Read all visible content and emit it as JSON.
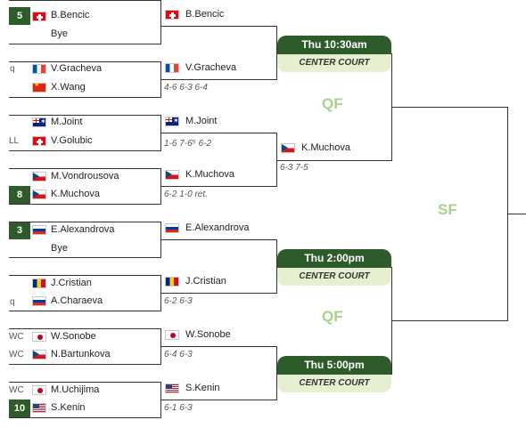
{
  "round1": [
    {
      "seed": "5",
      "tag": "",
      "name": "B.Bencic",
      "flag": "sui"
    },
    {
      "seed": "",
      "tag": "",
      "name": "Bye",
      "flag": ""
    },
    {
      "seed": "",
      "tag": "q",
      "name": "V.Gracheva",
      "flag": "fra"
    },
    {
      "seed": "",
      "tag": "",
      "name": "X.Wang",
      "flag": "chn"
    },
    {
      "seed": "",
      "tag": "",
      "name": "M.Joint",
      "flag": "aus"
    },
    {
      "seed": "",
      "tag": "LL",
      "name": "V.Golubic",
      "flag": "sui"
    },
    {
      "seed": "",
      "tag": "",
      "name": "M.Vondrousova",
      "flag": "cze"
    },
    {
      "seed": "8",
      "tag": "",
      "name": "K.Muchova",
      "flag": "cze"
    },
    {
      "seed": "3",
      "tag": "",
      "name": "E.Alexandrova",
      "flag": "rus"
    },
    {
      "seed": "",
      "tag": "",
      "name": "Bye",
      "flag": ""
    },
    {
      "seed": "",
      "tag": "",
      "name": "J.Cristian",
      "flag": "rou"
    },
    {
      "seed": "",
      "tag": "q",
      "name": "A.Charaeva",
      "flag": "rus"
    },
    {
      "seed": "",
      "tag": "WC",
      "name": "W.Sonobe",
      "flag": "jpn"
    },
    {
      "seed": "",
      "tag": "WC",
      "name": "N.Bartunkova",
      "flag": "cze"
    },
    {
      "seed": "",
      "tag": "WC",
      "name": "M.Uchijima",
      "flag": "jpn"
    },
    {
      "seed": "10",
      "tag": "",
      "name": "S.Kenin",
      "flag": "usa"
    }
  ],
  "round2": [
    {
      "name": "B.Bencic",
      "flag": "sui",
      "score": ""
    },
    {
      "name": "V.Gracheva",
      "flag": "fra",
      "score": "4-6 6-3 6-4"
    },
    {
      "name": "M.Joint",
      "flag": "aus",
      "score": "1-6 7-6⁵ 6-2"
    },
    {
      "name": "K.Muchova",
      "flag": "cze",
      "score": "6-2 1-0 ret."
    },
    {
      "name": "E.Alexandrova",
      "flag": "rus",
      "score": ""
    },
    {
      "name": "J.Cristian",
      "flag": "rou",
      "score": "6-2 6-3"
    },
    {
      "name": "W.Sonobe",
      "flag": "jpn",
      "score": "6-4 6-3"
    },
    {
      "name": "S.Kenin",
      "flag": "usa",
      "score": "6-1 6-3"
    }
  ],
  "qf_winner": {
    "name": "K.Muchova",
    "flag": "cze",
    "score": "6-3 7-5"
  },
  "headers": [
    {
      "time": "Thu 10:30am",
      "court": "CENTER COURT"
    },
    {
      "time": "Thu 2:00pm",
      "court": "CENTER COURT"
    },
    {
      "time": "Thu 5:00pm",
      "court": "CENTER COURT"
    }
  ],
  "round_labels": {
    "qf1": "QF",
    "qf2": "QF",
    "sf": "SF"
  },
  "colors": {
    "dark_green": "#2e5b2a",
    "light_green": "#e6efcf",
    "label_green": "#a8d18a"
  }
}
